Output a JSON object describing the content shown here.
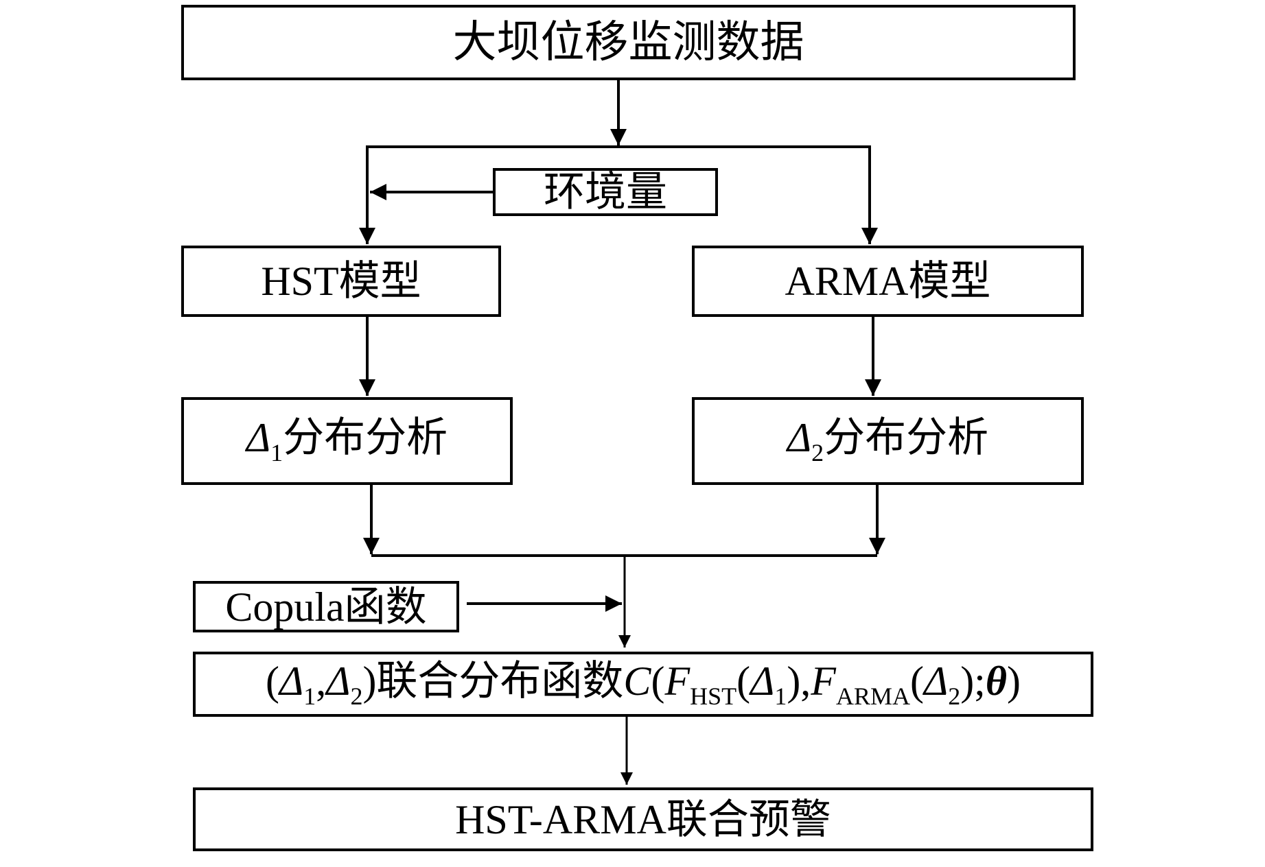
{
  "nodes": {
    "monitoring_data": "大坝位移监测数据",
    "environment": "环境量",
    "hst_model": "HST模型",
    "arma_model": "ARMA模型",
    "delta1_analysis": {
      "symbol": "Δ",
      "index": "1",
      "text": "分布分析"
    },
    "delta2_analysis": {
      "symbol": "Δ",
      "index": "2",
      "text": "分布分析"
    },
    "copula": "Copula函数",
    "joint_distribution": {
      "open": "(",
      "d": "Δ",
      "i1": "1",
      "comma": ",",
      "i2": "2",
      "close": ")",
      "text": "联合分布函数",
      "C": "C",
      "paren_open": "(",
      "F": "F",
      "sub_hst": "HST",
      "sub_arma": "ARMA",
      "semicolon": ";",
      "theta": "θ"
    },
    "joint_warning": "HST-ARMA联合预警"
  },
  "edges": [
    {
      "from": "monitoring_data",
      "to": "hst_model"
    },
    {
      "from": "monitoring_data",
      "to": "arma_model"
    },
    {
      "from": "environment",
      "to": "hst_model"
    },
    {
      "from": "hst_model",
      "to": "delta1_analysis"
    },
    {
      "from": "arma_model",
      "to": "delta2_analysis"
    },
    {
      "from": "delta1_analysis",
      "to": "joint_distribution"
    },
    {
      "from": "delta2_analysis",
      "to": "joint_distribution"
    },
    {
      "from": "copula",
      "to": "joint_distribution"
    },
    {
      "from": "joint_distribution",
      "to": "joint_warning"
    }
  ]
}
